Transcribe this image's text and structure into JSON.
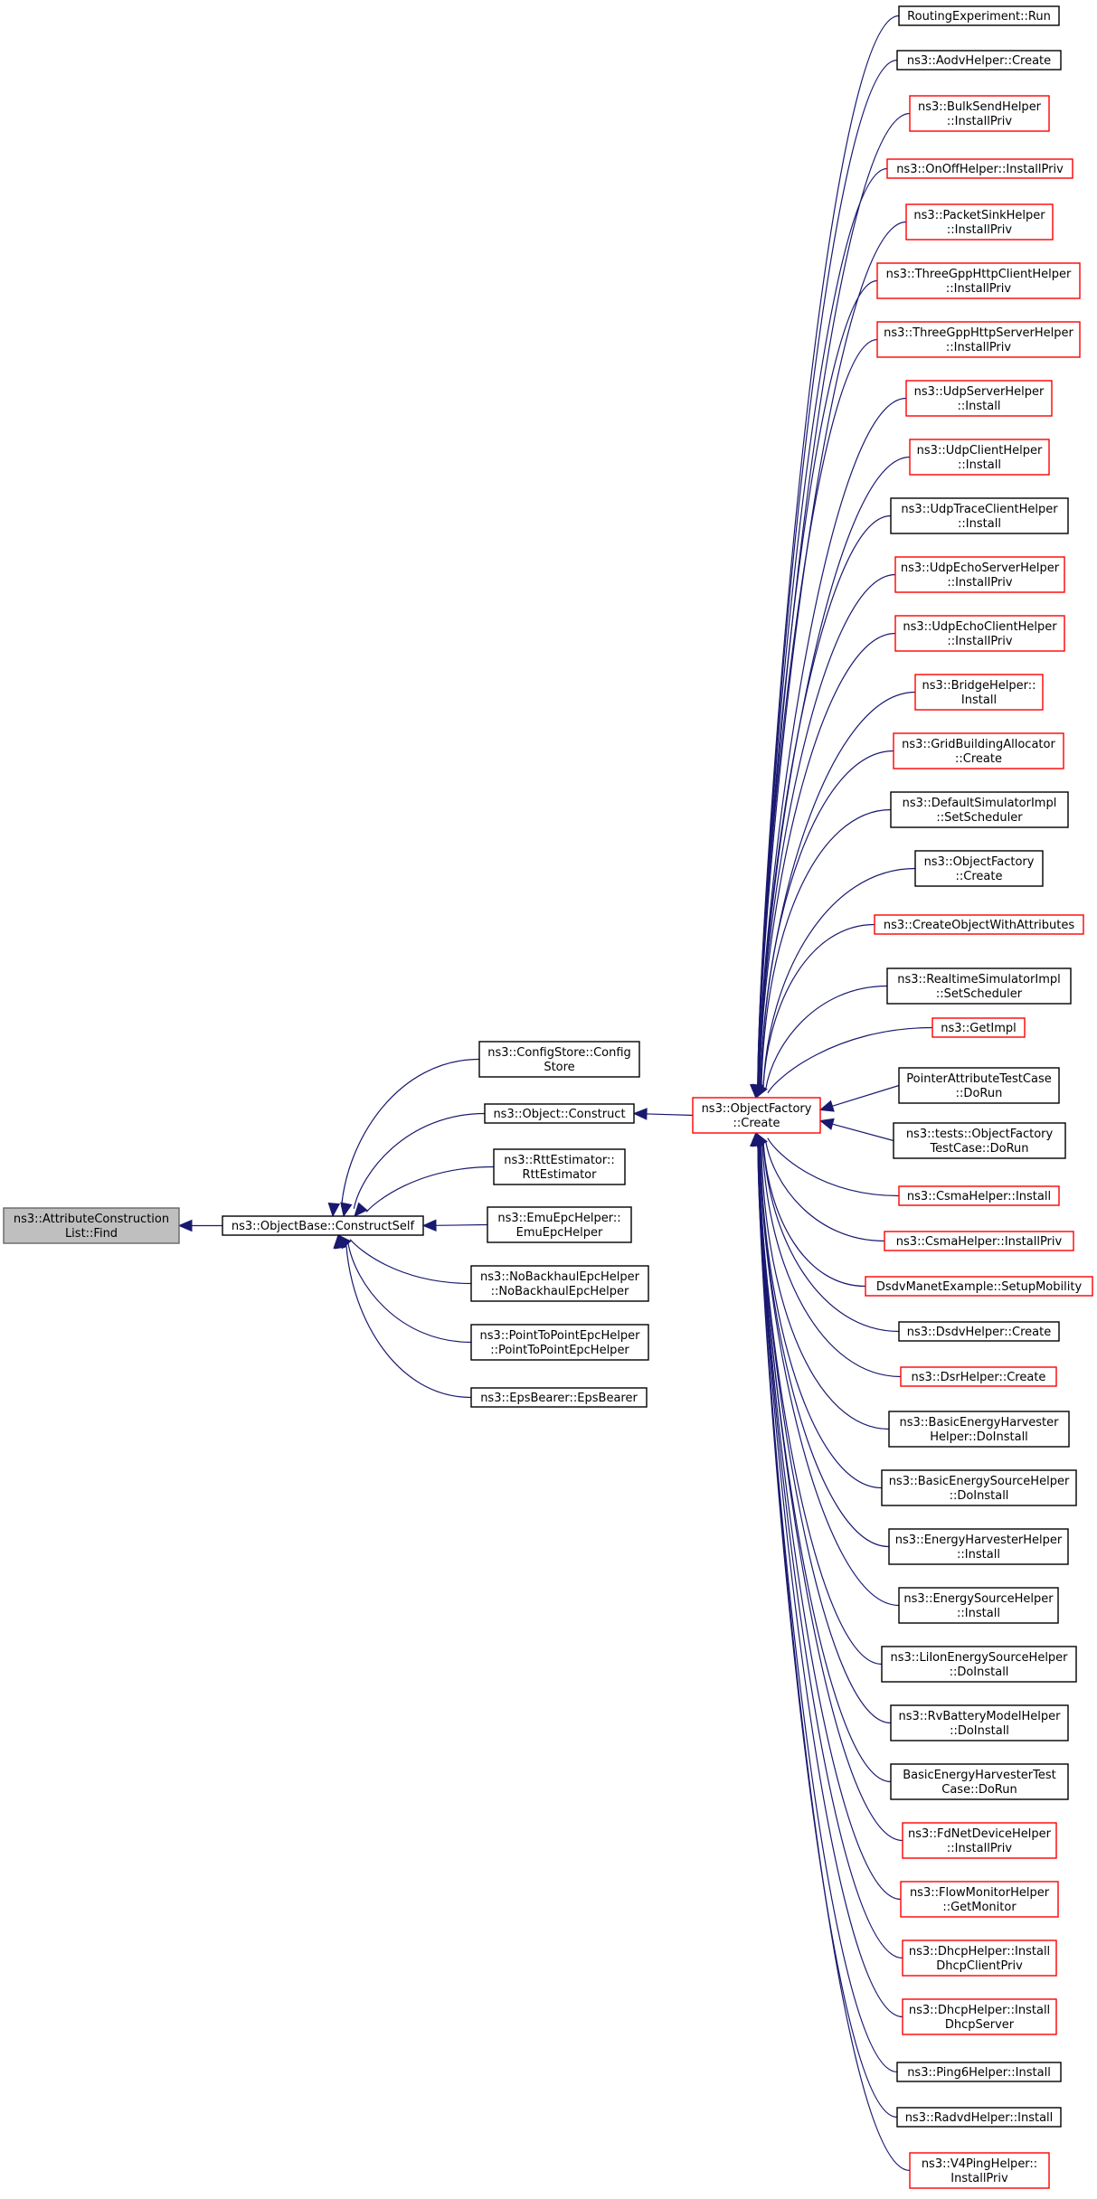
{
  "colors": {
    "edge": "#191970",
    "border_normal": "#000000",
    "border_red": "#ff0000",
    "root_fill": "#bfbfbf"
  },
  "root": {
    "id": "root",
    "lines": [
      "ns3::AttributeConstruction",
      "List::Find"
    ],
    "style": "root"
  },
  "hub": {
    "id": "constructself",
    "lines": [
      "ns3::ObjectBase::ConstructSelf"
    ],
    "style": "normal"
  },
  "mid": [
    {
      "id": "configstore",
      "lines": [
        "ns3::ConfigStore::Config",
        "Store"
      ],
      "style": "normal"
    },
    {
      "id": "construct",
      "lines": [
        "ns3::Object::Construct"
      ],
      "style": "normal"
    },
    {
      "id": "rttestimator",
      "lines": [
        "ns3::RttEstimator::",
        "RttEstimator"
      ],
      "style": "normal"
    },
    {
      "id": "emuepc",
      "lines": [
        "ns3::EmuEpcHelper::",
        "EmuEpcHelper"
      ],
      "style": "normal"
    },
    {
      "id": "nobackhaul",
      "lines": [
        "ns3::NoBackhaulEpcHelper",
        "::NoBackhaulEpcHelper"
      ],
      "style": "normal"
    },
    {
      "id": "p2pepc",
      "lines": [
        "ns3::PointToPointEpcHelper",
        "::PointToPointEpcHelper"
      ],
      "style": "normal"
    },
    {
      "id": "epsbearer",
      "lines": [
        "ns3::EpsBearer::EpsBearer"
      ],
      "style": "normal"
    }
  ],
  "factory": {
    "id": "factory",
    "lines": [
      "ns3::ObjectFactory",
      "::Create"
    ],
    "style": "red"
  },
  "callers": [
    {
      "lines": [
        "RoutingExperiment::Run"
      ],
      "style": "normal"
    },
    {
      "lines": [
        "ns3::AodvHelper::Create"
      ],
      "style": "normal"
    },
    {
      "lines": [
        "ns3::BulkSendHelper",
        "::InstallPriv"
      ],
      "style": "red"
    },
    {
      "lines": [
        "ns3::OnOffHelper::InstallPriv"
      ],
      "style": "red"
    },
    {
      "lines": [
        "ns3::PacketSinkHelper",
        "::InstallPriv"
      ],
      "style": "red"
    },
    {
      "lines": [
        "ns3::ThreeGppHttpClientHelper",
        "::InstallPriv"
      ],
      "style": "red"
    },
    {
      "lines": [
        "ns3::ThreeGppHttpServerHelper",
        "::InstallPriv"
      ],
      "style": "red"
    },
    {
      "lines": [
        "ns3::UdpServerHelper",
        "::Install"
      ],
      "style": "red"
    },
    {
      "lines": [
        "ns3::UdpClientHelper",
        "::Install"
      ],
      "style": "red"
    },
    {
      "lines": [
        "ns3::UdpTraceClientHelper",
        "::Install"
      ],
      "style": "normal"
    },
    {
      "lines": [
        "ns3::UdpEchoServerHelper",
        "::InstallPriv"
      ],
      "style": "red"
    },
    {
      "lines": [
        "ns3::UdpEchoClientHelper",
        "::InstallPriv"
      ],
      "style": "red"
    },
    {
      "lines": [
        "ns3::BridgeHelper::",
        "Install"
      ],
      "style": "red"
    },
    {
      "lines": [
        "ns3::GridBuildingAllocator",
        "::Create"
      ],
      "style": "red"
    },
    {
      "lines": [
        "ns3::DefaultSimulatorImpl",
        "::SetScheduler"
      ],
      "style": "normal"
    },
    {
      "lines": [
        "ns3::ObjectFactory",
        "::Create"
      ],
      "style": "normal"
    },
    {
      "lines": [
        "ns3::CreateObjectWithAttributes"
      ],
      "style": "red"
    },
    {
      "lines": [
        "ns3::RealtimeSimulatorImpl",
        "::SetScheduler"
      ],
      "style": "normal"
    },
    {
      "lines": [
        "ns3::GetImpl"
      ],
      "style": "red"
    },
    {
      "lines": [
        "PointerAttributeTestCase",
        "::DoRun"
      ],
      "style": "normal"
    },
    {
      "lines": [
        "ns3::tests::ObjectFactory",
        "TestCase::DoRun"
      ],
      "style": "normal"
    },
    {
      "lines": [
        "ns3::CsmaHelper::Install"
      ],
      "style": "red"
    },
    {
      "lines": [
        "ns3::CsmaHelper::InstallPriv"
      ],
      "style": "red"
    },
    {
      "lines": [
        "DsdvManetExample::SetupMobility"
      ],
      "style": "red"
    },
    {
      "lines": [
        "ns3::DsdvHelper::Create"
      ],
      "style": "normal"
    },
    {
      "lines": [
        "ns3::DsrHelper::Create"
      ],
      "style": "red"
    },
    {
      "lines": [
        "ns3::BasicEnergyHarvester",
        "Helper::DoInstall"
      ],
      "style": "normal"
    },
    {
      "lines": [
        "ns3::BasicEnergySourceHelper",
        "::DoInstall"
      ],
      "style": "normal"
    },
    {
      "lines": [
        "ns3::EnergyHarvesterHelper",
        "::Install"
      ],
      "style": "normal"
    },
    {
      "lines": [
        "ns3::EnergySourceHelper",
        "::Install"
      ],
      "style": "normal"
    },
    {
      "lines": [
        "ns3::LiIonEnergySourceHelper",
        "::DoInstall"
      ],
      "style": "normal"
    },
    {
      "lines": [
        "ns3::RvBatteryModelHelper",
        "::DoInstall"
      ],
      "style": "normal"
    },
    {
      "lines": [
        "BasicEnergyHarvesterTest",
        "Case::DoRun"
      ],
      "style": "normal"
    },
    {
      "lines": [
        "ns3::FdNetDeviceHelper",
        "::InstallPriv"
      ],
      "style": "red"
    },
    {
      "lines": [
        "ns3::FlowMonitorHelper",
        "::GetMonitor"
      ],
      "style": "red"
    },
    {
      "lines": [
        "ns3::DhcpHelper::Install",
        "DhcpClientPriv"
      ],
      "style": "red"
    },
    {
      "lines": [
        "ns3::DhcpHelper::Install",
        "DhcpServer"
      ],
      "style": "red"
    },
    {
      "lines": [
        "ns3::Ping6Helper::Install"
      ],
      "style": "normal"
    },
    {
      "lines": [
        "ns3::RadvdHelper::Install"
      ],
      "style": "normal"
    },
    {
      "lines": [
        "ns3::V4PingHelper::",
        "InstallPriv"
      ],
      "style": "red"
    }
  ]
}
